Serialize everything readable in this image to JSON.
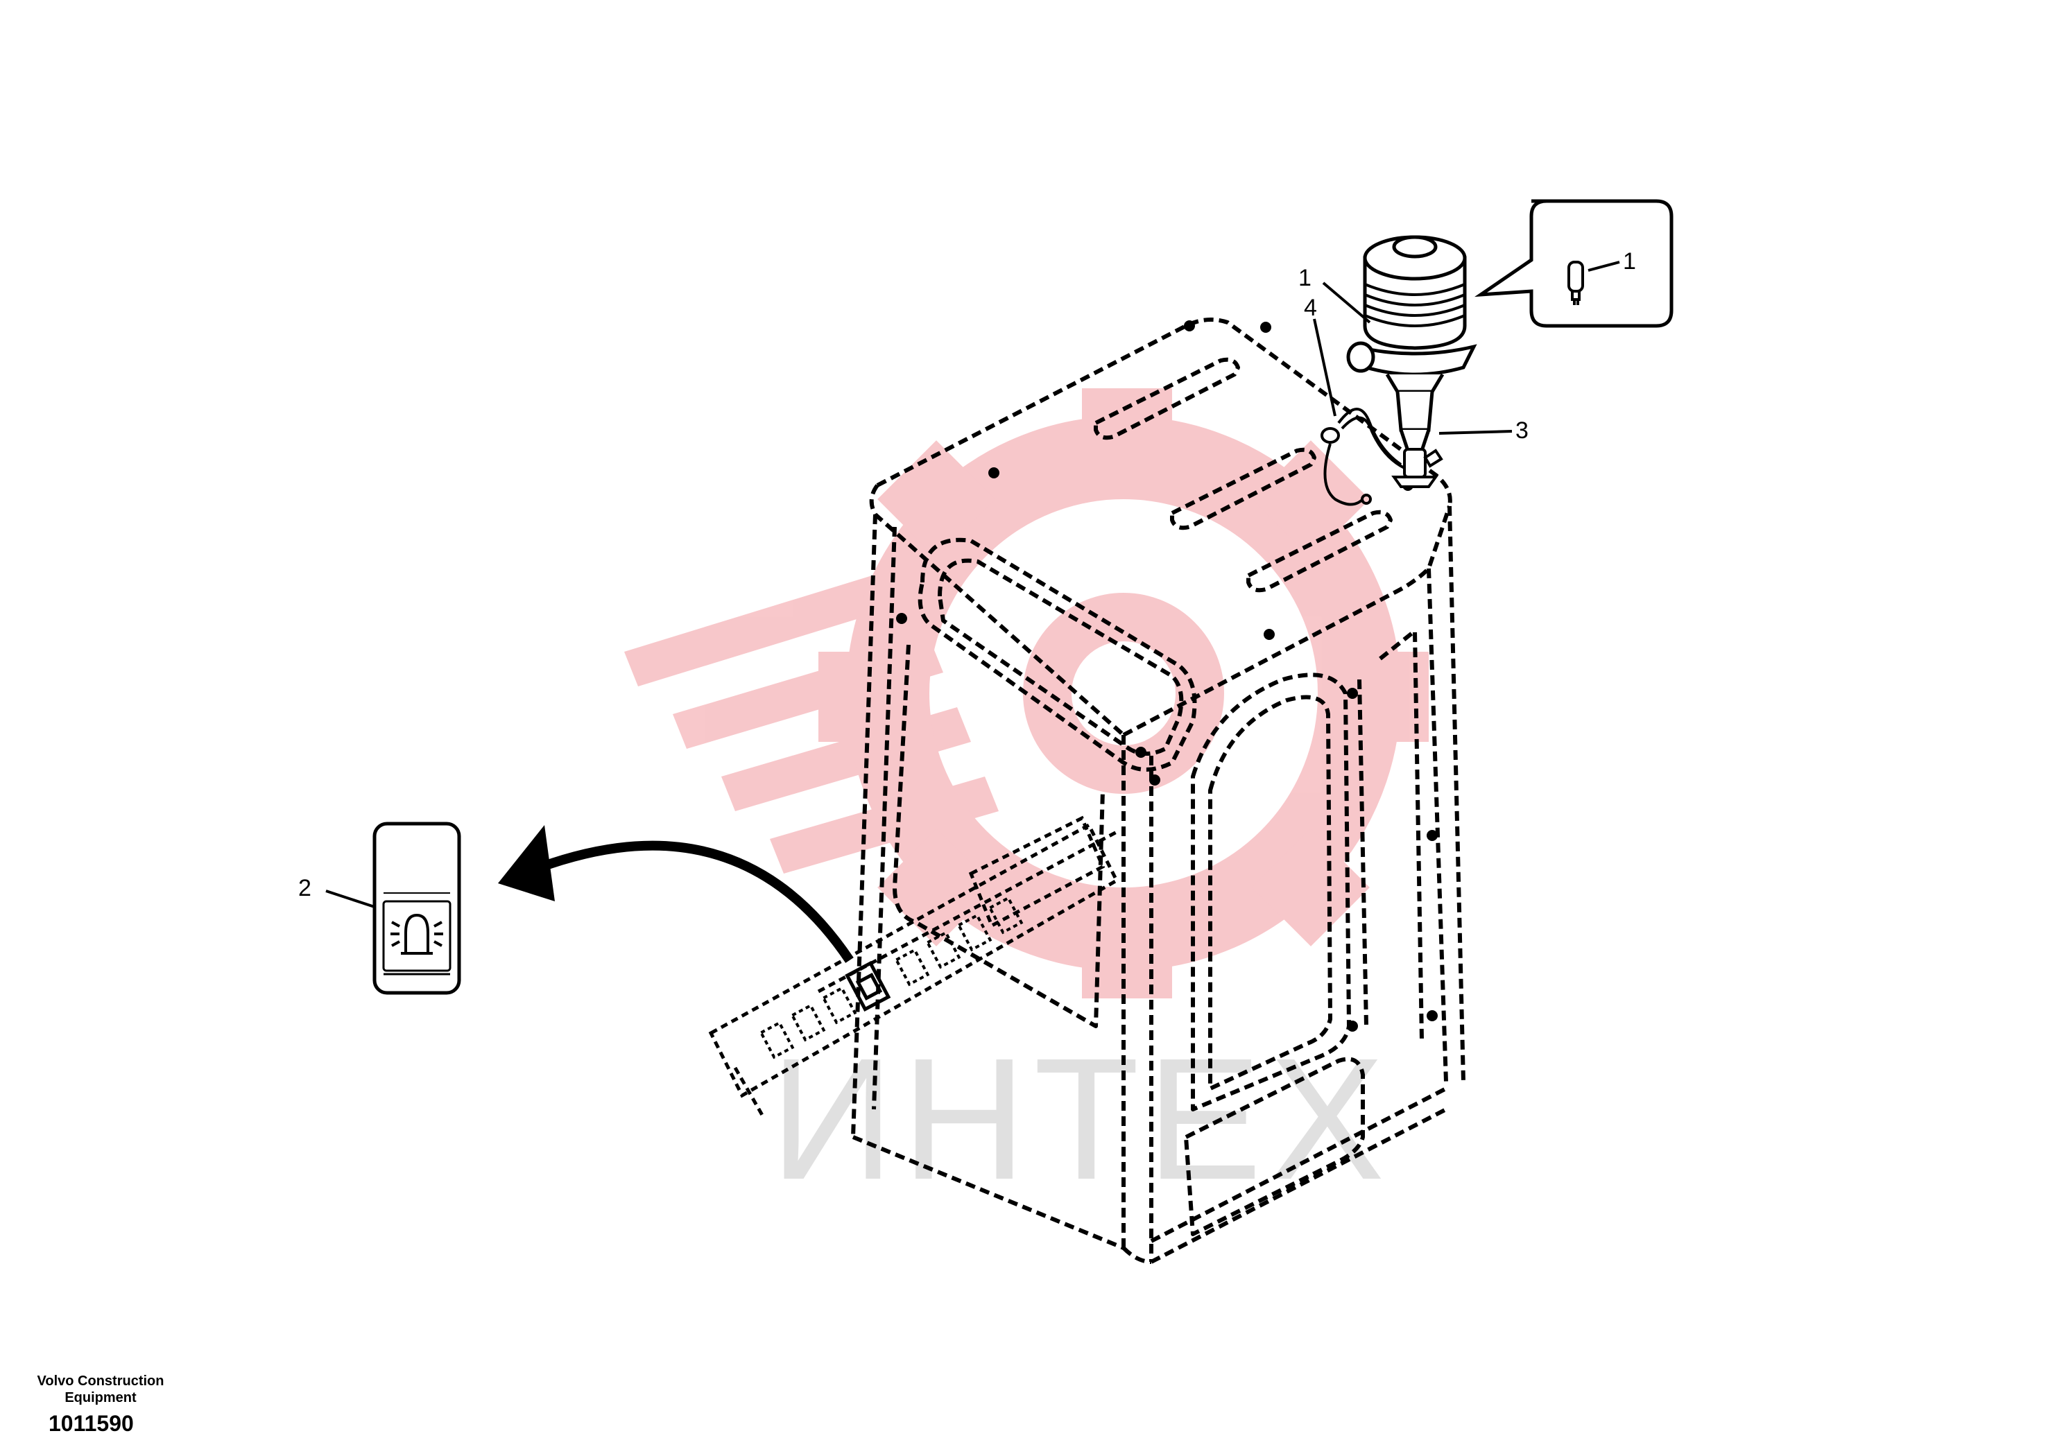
{
  "diagram": {
    "callouts": [
      {
        "id": "1",
        "label": "1"
      },
      {
        "id": "1b",
        "label": "1"
      },
      {
        "id": "2",
        "label": "2"
      },
      {
        "id": "3",
        "label": "3"
      },
      {
        "id": "4",
        "label": "4"
      }
    ],
    "watermark_text": "ИНТЕХ",
    "colors": {
      "line": "#000000",
      "watermark_red": "#f5a3a8",
      "watermark_gray": "#d9d9d9"
    }
  },
  "footer": {
    "maker_line1": "Volvo Construction",
    "maker_line2": "Equipment",
    "document_number": "1011590"
  }
}
